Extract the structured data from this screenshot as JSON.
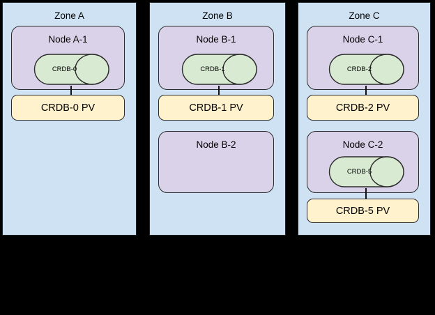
{
  "diagram": {
    "description": "Three-zone CockroachDB deployment diagram with nodes, database pods and persistent volumes",
    "colors": {
      "background": "#000000",
      "zone_fill": "#cfe2f3",
      "node_fill": "#d9d2e9",
      "cylinder_fill": "#d9ead3",
      "pv_fill": "#fff2cc",
      "border": "#2b2b2b"
    },
    "zones": [
      {
        "label": "Zone A",
        "nodes": [
          {
            "label": "Node A-1",
            "cylinder": "CRDB-0",
            "pv": "CRDB-0 PV"
          }
        ]
      },
      {
        "label": "Zone B",
        "nodes": [
          {
            "label": "Node B-1",
            "cylinder": "CRDB-1",
            "pv": "CRDB-1 PV"
          },
          {
            "label": "Node B-2"
          }
        ]
      },
      {
        "label": "Zone C",
        "nodes": [
          {
            "label": "Node C-1",
            "cylinder": "CRDB-2",
            "pv": "CRDB-2 PV"
          },
          {
            "label": "Node C-2",
            "cylinder": "CRDB-5",
            "pv": "CRDB-5 PV"
          }
        ]
      }
    ]
  }
}
